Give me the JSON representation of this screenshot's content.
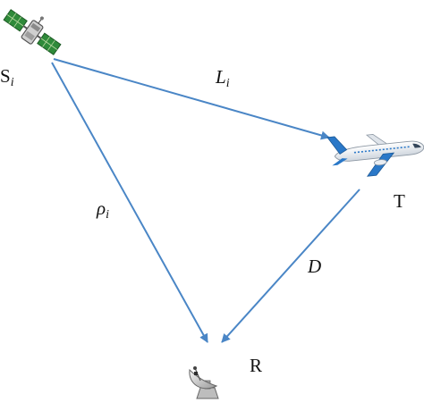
{
  "colors": {
    "arrow": "#4a86c6",
    "text": "#111111",
    "satellite_panel": "#2f8a3a",
    "plane_body": "#f2f2f2",
    "plane_accent": "#2a78c8",
    "dish": "#d9d9d9"
  },
  "nodes": {
    "satellite": {
      "label_main": "S",
      "label_sub": "i",
      "icon": "satellite-icon"
    },
    "target": {
      "label": "T",
      "icon": "airplane-icon"
    },
    "receiver": {
      "label": "R",
      "icon": "radar-dish-icon"
    }
  },
  "edges": {
    "satellite_to_target": {
      "label_main": "L",
      "label_sub": "i"
    },
    "satellite_to_receiver": {
      "label_main": "ρ",
      "label_sub": "i"
    },
    "target_to_receiver": {
      "label": "D"
    }
  }
}
